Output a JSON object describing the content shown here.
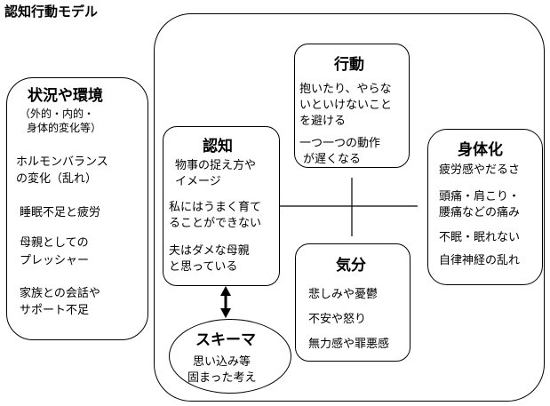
{
  "title": "認知行動モデル",
  "situation": {
    "heading": "状況や環境",
    "sub1": "（外的・内的・",
    "sub2": "身体的変化等）",
    "items": [
      [
        "ホルモンバランス",
        "の変化（乱れ）"
      ],
      [
        "睡眠不足と疲労"
      ],
      [
        "母親としての",
        "プレッシャー"
      ],
      [
        "家族との会話や",
        "サポート不足"
      ]
    ]
  },
  "behavior": {
    "heading": "行動",
    "items": [
      [
        "抱いたり、やらな",
        "いといけないこと",
        "を避ける"
      ],
      [
        "一つ一つの動作",
        "が遅くなる"
      ]
    ]
  },
  "cognition": {
    "heading": "認知",
    "items": [
      [
        "物事の捉え方や",
        "イメージ"
      ],
      [
        "私にはうまく育て",
        "ることができない"
      ],
      [
        "夫はダメな母親",
        "と思っている"
      ]
    ]
  },
  "body": {
    "heading": "身体化",
    "items": [
      [
        "疲労感やだるさ"
      ],
      [
        "頭痛・肩こり・",
        "腰痛などの痛み"
      ],
      [
        "不眠・眠れない"
      ],
      [
        "自律神経の乱れ"
      ]
    ]
  },
  "mood": {
    "heading": "気分",
    "items": [
      [
        "悲しみや憂鬱"
      ],
      [
        "不安や怒り"
      ],
      [
        "無力感や罪悪感"
      ]
    ]
  },
  "schema": {
    "heading": "スキーマ",
    "items": [
      [
        "思い込み等",
        "固まった考え"
      ]
    ]
  }
}
